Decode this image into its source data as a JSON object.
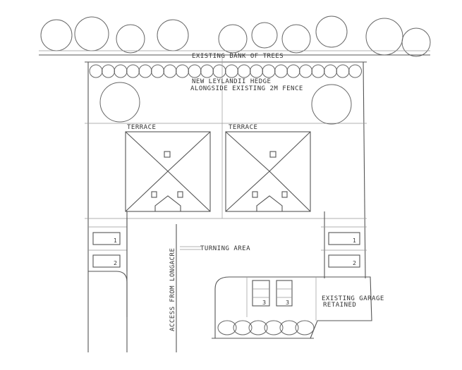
{
  "labels": {
    "trees": "EXISTING BANK OF TREES",
    "hedge_line1": "NEW LEYLANDII HEDGE",
    "hedge_line2": "ALONGSIDE EXISTING 2M FENCE",
    "terrace_left": "TERRACE",
    "terrace_right": "TERRACE",
    "turning": "TURNING AREA",
    "access": "ACCESS FROM LONGACRE",
    "garage_line1": "EXISTING GARAGE",
    "garage_line2": "RETAINED"
  },
  "parking_numbers": {
    "left_1": "1",
    "left_2": "2",
    "right_1": "1",
    "right_2": "2",
    "garage_1": "3",
    "garage_2": "3"
  }
}
